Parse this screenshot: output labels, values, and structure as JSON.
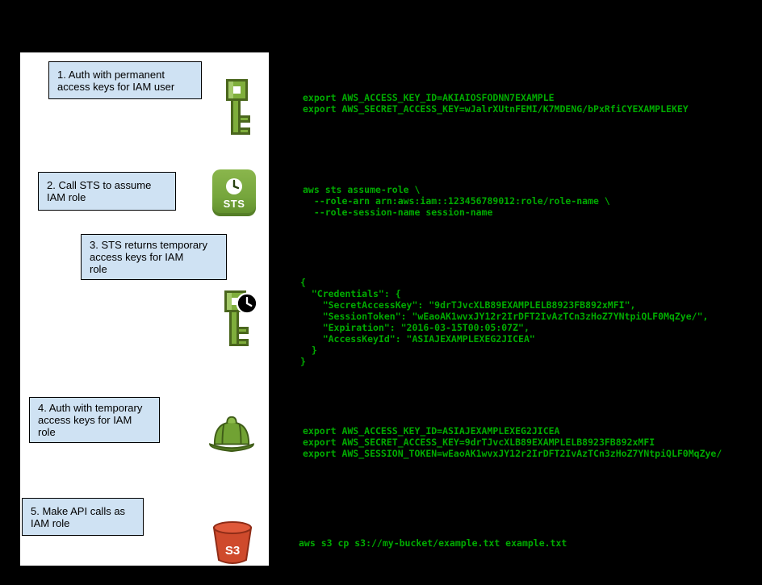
{
  "diagram": {
    "description": "AWS assume-role flow diagram",
    "colors": {
      "background": "#000000",
      "panel": "#ffffff",
      "step_box_fill": "#cfe2f3",
      "step_box_border": "#000000",
      "code_text": "#00ab00",
      "aws_key_green": "#7fae3c",
      "s3_red": "#cf4a2c"
    }
  },
  "steps": [
    {
      "label": "1. Auth with permanent\naccess keys for IAM user",
      "icon": "permanent-key-icon"
    },
    {
      "label": "2. Call STS to assume\nIAM role",
      "icon": "sts-icon"
    },
    {
      "label": "3. STS returns temporary\naccess keys for IAM\nrole",
      "icon": "temporary-key-icon"
    },
    {
      "label": "4. Auth with temporary\naccess keys for IAM\nrole",
      "icon": "hard-hat-icon"
    },
    {
      "label": "5. Make API calls as\nIAM role",
      "icon": "s3-bucket-icon"
    }
  ],
  "code_blocks": [
    {
      "text": "export AWS_ACCESS_KEY_ID=AKIAIOSFODNN7EXAMPLE\nexport AWS_SECRET_ACCESS_KEY=wJalrXUtnFEMI/K7MDENG/bPxRfiCYEXAMPLEKEY"
    },
    {
      "text": "aws sts assume-role \\\n  --role-arn arn:aws:iam::123456789012:role/role-name \\\n  --role-session-name session-name"
    },
    {
      "text": "{\n  \"Credentials\": {\n    \"SecretAccessKey\": \"9drTJvcXLB89EXAMPLELB8923FB892xMFI\",\n    \"SessionToken\": \"wEaoAK1wvxJY12r2IrDFT2IvAzTCn3zHoZ7YNtpiQLF0MqZye/\",\n    \"Expiration\": \"2016-03-15T00:05:07Z\",\n    \"AccessKeyId\": \"ASIAJEXAMPLEXEG2JICEA\"\n  }\n}"
    },
    {
      "text": "export AWS_ACCESS_KEY_ID=ASIAJEXAMPLEXEG2JICEA\nexport AWS_SECRET_ACCESS_KEY=9drTJvcXLB89EXAMPLELB8923FB892xMFI\nexport AWS_SESSION_TOKEN=wEaoAK1wvxJY12r2IrDFT2IvAzTCn3zHoZ7YNtpiQLF0MqZye/"
    },
    {
      "text": "aws s3 cp s3://my-bucket/example.txt example.txt"
    }
  ],
  "icons": {
    "sts_label": "STS",
    "s3_label": "S3"
  }
}
